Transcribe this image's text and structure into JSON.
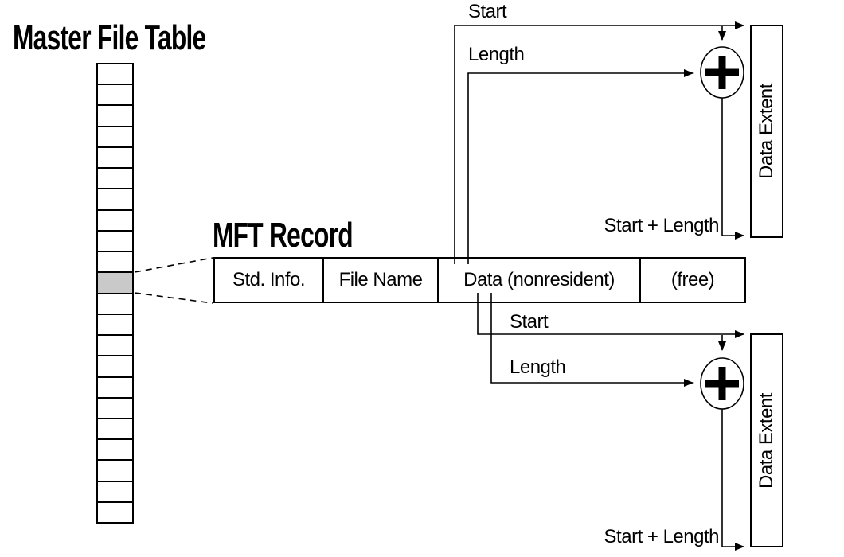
{
  "diagram": {
    "kind": "NTFS Master File Table structure"
  },
  "mft": {
    "title": "Master File Table",
    "cell_count": 22,
    "highlighted_index": 10,
    "highlight_color": "#c9c9c9"
  },
  "record": {
    "title": "MFT Record",
    "cells": [
      {
        "label": "Std. Info."
      },
      {
        "label": "File Name"
      },
      {
        "label": "Data (nonresident)"
      },
      {
        "label": "(free)"
      }
    ]
  },
  "extent_top": {
    "start_label": "Start",
    "length_label": "Length",
    "sum_label": "Start + Length",
    "box_label": "Data Extent",
    "adder_icon": "+"
  },
  "extent_bottom": {
    "start_label": "Start",
    "length_label": "Length",
    "sum_label": "Start + Length",
    "box_label": "Data Extent",
    "adder_icon": "+"
  },
  "colors": {
    "line": "#000000",
    "background": "#ffffff",
    "highlight": "#c9c9c9"
  }
}
